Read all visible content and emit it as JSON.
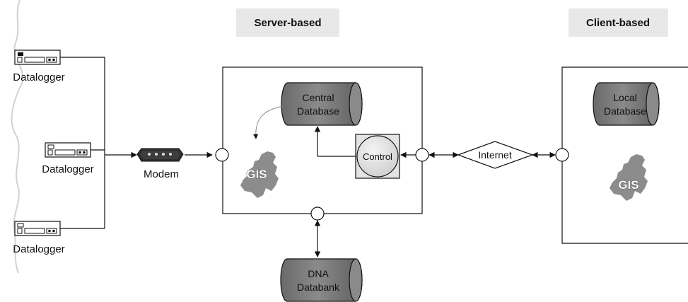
{
  "headers": {
    "server": "Server-based",
    "client": "Client-based"
  },
  "dataloggers": [
    "Datalogger",
    "Datalogger",
    "Datalogger"
  ],
  "modem": "Modem",
  "central_database": {
    "line1": "Central",
    "line2": "Database"
  },
  "control": "Control",
  "gis": "GIS",
  "internet": "Internet",
  "local_database": {
    "line1": "Local",
    "line2": "Database"
  },
  "dna_databank": {
    "line1": "DNA",
    "line2": "Databank"
  },
  "colors": {
    "cylinder_fill": "#7a7a7a",
    "header_bg": "#e8e8e8",
    "gis_map": "#8c8c8c",
    "river": "#d2d2d2",
    "control_fill": "#e4e4e4"
  },
  "icons": [
    "datalogger-icon",
    "modem-icon",
    "database-cylinder-icon",
    "gis-map-icon",
    "connector-circle-icon"
  ]
}
